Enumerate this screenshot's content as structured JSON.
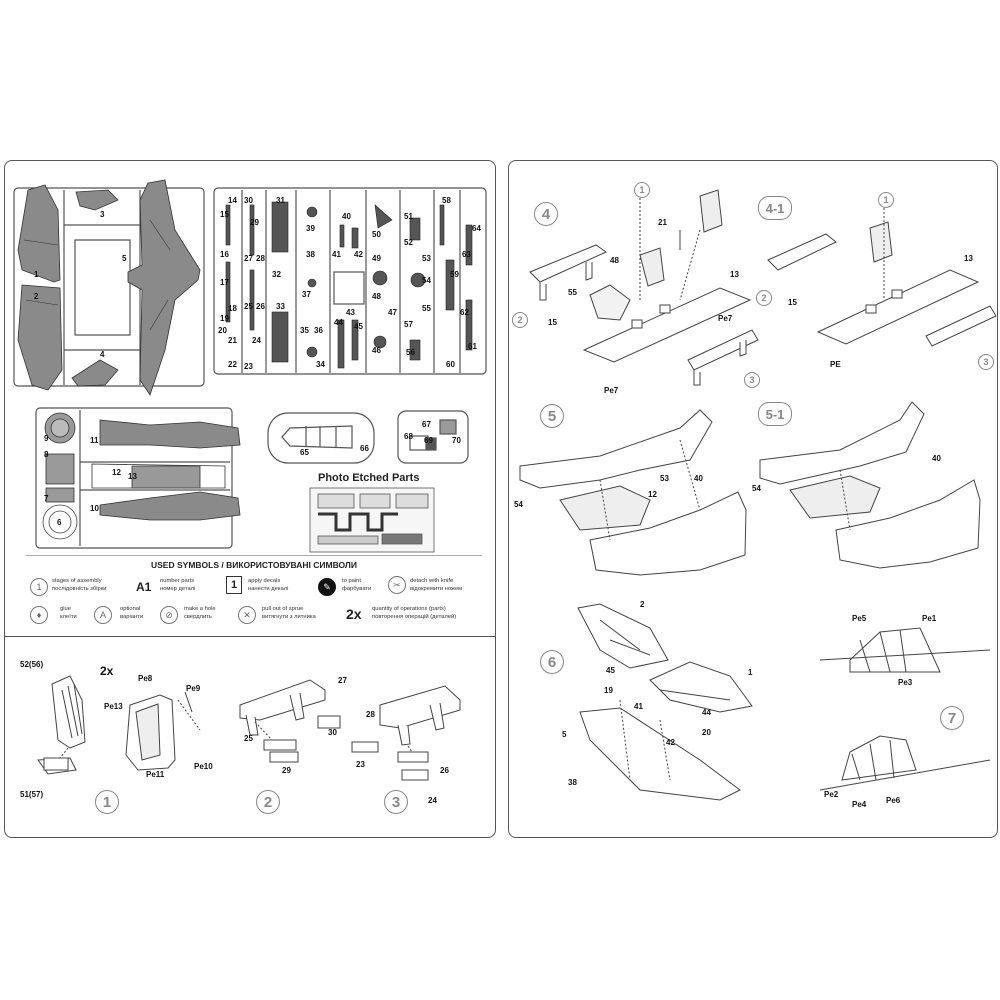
{
  "symbols": {
    "title": "USED SYMBOLS / ВИКОРИСТОВУВАНІ СИМВОЛИ",
    "stages_en": "stages of assembly",
    "stages_ua": "послідовність збірки",
    "a1": "A1",
    "number_en": "number parts",
    "number_ua": "номер деталі",
    "decal_num": "1",
    "decals_en": "apply decals",
    "decals_ua": "нанести декалі",
    "paint_en": "to paint",
    "paint_ua": "фарбувати",
    "knife_en": "detach with knife",
    "knife_ua": "відокремити ножем",
    "glue_en": "glue",
    "glue_ua": "клеїти",
    "optional_en": "optional",
    "optional_ua": "варіанти",
    "hole_en": "make a hole",
    "hole_ua": "свердлить",
    "pull_en": "pull out of sprue",
    "pull_ua": "витягнути з литника",
    "twox": "2x",
    "qty_en": "quantity of operations (parts)",
    "qty_ua": "повторення операцій (деталей)"
  },
  "photo_etched_title": "Photo Etched Parts",
  "sprue_a_labels": [
    "1",
    "2",
    "3",
    "4",
    "5"
  ],
  "sprue_b_labels": [
    "14",
    "15",
    "16",
    "17",
    "18",
    "19",
    "20",
    "21",
    "22",
    "23",
    "24",
    "25",
    "26",
    "27",
    "28",
    "29",
    "30",
    "31",
    "32",
    "33",
    "34",
    "35",
    "36",
    "37",
    "38",
    "39",
    "40",
    "41",
    "42",
    "43",
    "44",
    "45",
    "46",
    "47",
    "48",
    "49",
    "50",
    "51",
    "52",
    "53",
    "54",
    "55",
    "56",
    "57",
    "58",
    "59",
    "60",
    "61",
    "62",
    "63",
    "64"
  ],
  "sprue_c_labels": [
    "6",
    "7",
    "8",
    "9",
    "10",
    "11",
    "12",
    "13"
  ],
  "canopy_labels": [
    "65",
    "66"
  ],
  "small_sprue_labels": [
    "67",
    "68",
    "69",
    "70"
  ],
  "steps": {
    "s1": "1",
    "s2": "2",
    "s3": "3",
    "s4": "4",
    "s41": "4-1",
    "s5": "5",
    "s51": "5-1",
    "s6": "6",
    "s7": "7"
  },
  "step1_labels": {
    "p52": "52(56)",
    "p51": "51(57)",
    "twox": "2x",
    "pe8": "Pe8",
    "pe9": "Pe9",
    "pe13": "Pe13",
    "pe11": "Pe11",
    "pe10": "Pe10"
  },
  "step2_labels": [
    "27",
    "25",
    "30",
    "29"
  ],
  "step3_labels": [
    "28",
    "23",
    "26",
    "24"
  ],
  "step4_labels": [
    "21",
    "48",
    "55",
    "13",
    "15",
    "Pe7",
    "Pe7",
    "1",
    "2",
    "3"
  ],
  "step41_labels": [
    "1",
    "13",
    "15",
    "2",
    "3",
    "PE"
  ],
  "step5_labels": [
    "53",
    "40",
    "12",
    "54"
  ],
  "step51_labels": [
    "40",
    "54"
  ],
  "step6_labels": [
    "2",
    "45",
    "19",
    "41",
    "5",
    "42",
    "20",
    "44",
    "1",
    "38"
  ],
  "step7_labels": [
    "Pe5",
    "Pe1",
    "Pe3",
    "Pe2",
    "Pe4",
    "Pe6"
  ],
  "colors": {
    "plastic": "#8a8a8a",
    "line": "#444444",
    "step": "#888888"
  }
}
